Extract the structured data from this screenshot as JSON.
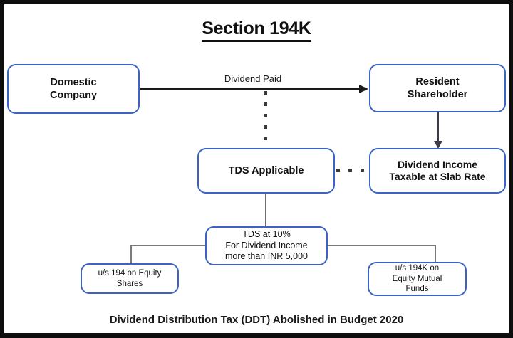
{
  "diagram": {
    "title": "Section 194K",
    "caption": "Dividend Distribution Tax (DDT) Abolished in Budget 2020",
    "nodes": {
      "domestic_company": "Domestic Company",
      "resident_shareholder": "Resident Shareholder",
      "tds_applicable": "TDS Applicable",
      "dividend_income": "Dividend Income Taxable at Slab Rate",
      "tds_rate": "TDS at 10% For Dividend Income more than INR 5,000",
      "us_194_equity_shares": "u/s 194 on Equity Shares",
      "us_194k_equity_mutual_funds": "u/s 194K on Equity Mutual Funds"
    },
    "node_lines": {
      "domestic_company": [
        "Domestic",
        "Company"
      ],
      "resident_shareholder": [
        "Resident",
        "Shareholder"
      ],
      "tds_applicable": [
        "TDS Applicable"
      ],
      "dividend_income": [
        "Dividend Income",
        "Taxable at Slab Rate"
      ],
      "tds_rate": [
        "TDS at 10%",
        "For Dividend Income",
        "more than INR 5,000"
      ],
      "us_194_equity_shares": [
        "u/s 194 on Equity",
        "Shares"
      ],
      "us_194k_equity_mutual_funds": [
        "u/s 194K on",
        "Equity Mutual",
        "Funds"
      ]
    },
    "edges": {
      "dividend_paid_label": "Dividend Paid"
    },
    "colors": {
      "node_border": "#3c63c4",
      "node_fill": "#ffffff",
      "arrow": "#1a1a1a",
      "connector": "#7a7a7a",
      "dotted": "#3a3a3a",
      "frame": "#0d0d0d",
      "text": "#111111",
      "background": "#ffffff"
    }
  }
}
